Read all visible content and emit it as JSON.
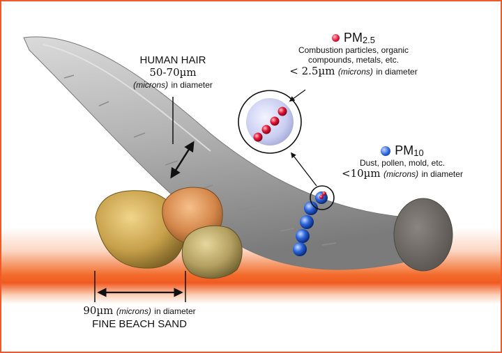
{
  "hair": {
    "title": "HUMAN HAIR",
    "size": "50-70µm",
    "unit_note": "(microns)",
    "diameter_text": "in diameter"
  },
  "pm25": {
    "label": "PM",
    "subscript": "2.5",
    "description_line1": "Combustion particles, organic",
    "description_line2": "compounds, metals, etc.",
    "size": "< 2.5µm",
    "unit_note": "(microns)",
    "diameter_text": "in diameter",
    "color": "#e0183a"
  },
  "pm10": {
    "label": "PM",
    "subscript": "10",
    "description": "Dust, pollen, mold, etc.",
    "size": "<10µm",
    "unit_note": "(microns)",
    "diameter_text": "in diameter",
    "color": "#2a62d8"
  },
  "sand": {
    "size": "90µm",
    "unit_note": "(microns)",
    "diameter_text": "in diameter",
    "title": "FINE BEACH SAND"
  },
  "colors": {
    "border": "#f05a28",
    "band": "#f15a22",
    "hair": "#a9a9a9",
    "sand": "#c9a04a"
  }
}
